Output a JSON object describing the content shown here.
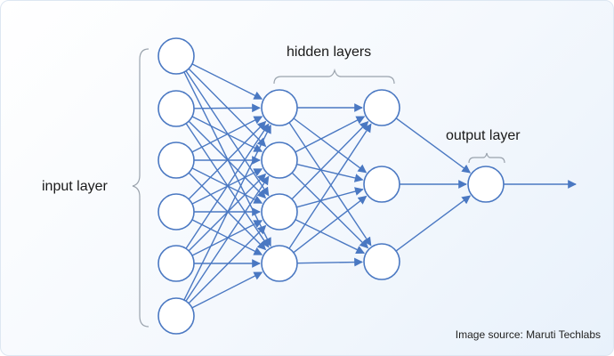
{
  "colors": {
    "accent": "#4a78c2",
    "node_fill": "#ffffff",
    "text": "#1a1a1a"
  },
  "labels": {
    "input_layer": "input layer",
    "hidden_layers": "hidden layers",
    "output_layer": "output layer"
  },
  "source": "Image source: Maruti Techlabs",
  "network": {
    "layers": [
      {
        "name": "input",
        "nodes": 6
      },
      {
        "name": "hidden-1",
        "nodes": 4
      },
      {
        "name": "hidden-2",
        "nodes": 3
      },
      {
        "name": "output",
        "nodes": 1
      }
    ],
    "fully_connected": true,
    "output_arrow": true
  }
}
